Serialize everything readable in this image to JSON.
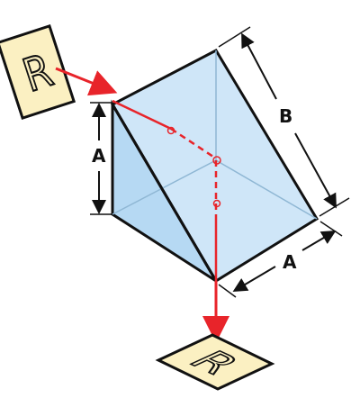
{
  "diagram": {
    "input_card_letter": "R",
    "output_card_letter": "R",
    "dimension_a_vertical": "A",
    "dimension_b": "B",
    "dimension_a_bottom": "A",
    "colors": {
      "prism_fill": "#cfe6f8",
      "prism_face_dark": "#b6d9f3",
      "card_fill": "#fbf0c2",
      "beam": "#e8242a",
      "outline": "#111111"
    }
  }
}
